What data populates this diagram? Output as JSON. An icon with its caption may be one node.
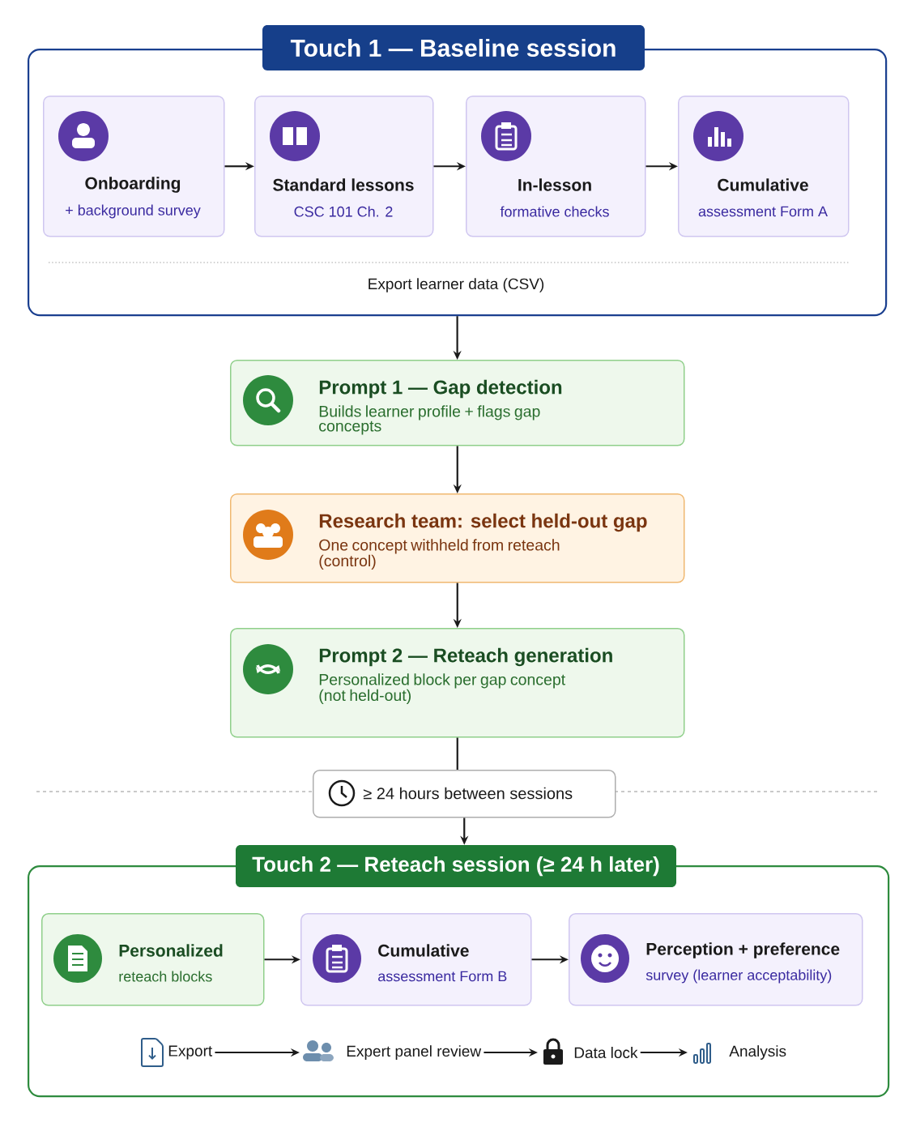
{
  "diagram": {
    "nodes": [
      {
        "text": [
          "Touch 1 — Baseline session",
          "Export learner data (CSV)"
        ]
      },
      {
        "text": [
          "Onboarding",
          "+ background survey"
        ],
        "in": 0
      },
      {
        "text": [
          "Standard lessons",
          "CSC 101 Ch. 2"
        ],
        "in": 0
      },
      {
        "text": [
          "In-lesson",
          "formative checks"
        ],
        "in": 0
      },
      {
        "text": [
          "Cumulative",
          "assessment Form A"
        ],
        "in": 0
      },
      {
        "text": [
          "Prompt 1 — Gap detection",
          "Builds learner profile + flags gap concepts"
        ]
      },
      {
        "text": [
          "Research team: select held-out gap",
          "One concept withheld from reteach (control)"
        ]
      },
      {
        "text": [
          "Prompt 2 — Reteach generation",
          "Personalized block per gap concept (not held-out)"
        ]
      },
      {
        "text": [
          "≥ 24 hours between sessions"
        ]
      },
      {
        "text": [
          "Touch 2 — Reteach session (≥ 24 h later)"
        ]
      },
      {
        "text": [
          "Personalized",
          "reteach blocks"
        ],
        "in": 9
      },
      {
        "text": [
          "Cumulative",
          "assessment Form B"
        ],
        "in": 9
      },
      {
        "text": [
          "Perception + preference",
          "survey (learner acceptability)"
        ],
        "in": 9
      },
      {
        "text": [
          "Export"
        ],
        "in": 9
      },
      {
        "text": [
          "Expert panel review"
        ],
        "in": 9
      },
      {
        "text": [
          "Data lock"
        ],
        "in": 9
      },
      {
        "text": [
          "Analysis"
        ],
        "in": 9
      }
    ],
    "edges": [
      {
        "from": 1,
        "to": 2,
        "arrow": "to"
      },
      {
        "from": 2,
        "to": 3,
        "arrow": "to"
      },
      {
        "from": 3,
        "to": 4,
        "arrow": "to"
      },
      {
        "from": 0,
        "to": 5,
        "arrow": "to"
      },
      {
        "from": 5,
        "to": 6,
        "arrow": "to"
      },
      {
        "from": 6,
        "to": 7,
        "arrow": "to"
      },
      {
        "from": 7,
        "to": 8,
        "arrow": "none"
      },
      {
        "from": 8,
        "to": 9,
        "arrow": "to"
      },
      {
        "from": 10,
        "to": 11,
        "arrow": "to"
      },
      {
        "from": 11,
        "to": 12,
        "arrow": "to"
      },
      {
        "from": 13,
        "to": 14,
        "arrow": "to"
      },
      {
        "from": 14,
        "to": 15,
        "arrow": "to"
      },
      {
        "from": 15,
        "to": 16,
        "arrow": "to"
      }
    ]
  }
}
